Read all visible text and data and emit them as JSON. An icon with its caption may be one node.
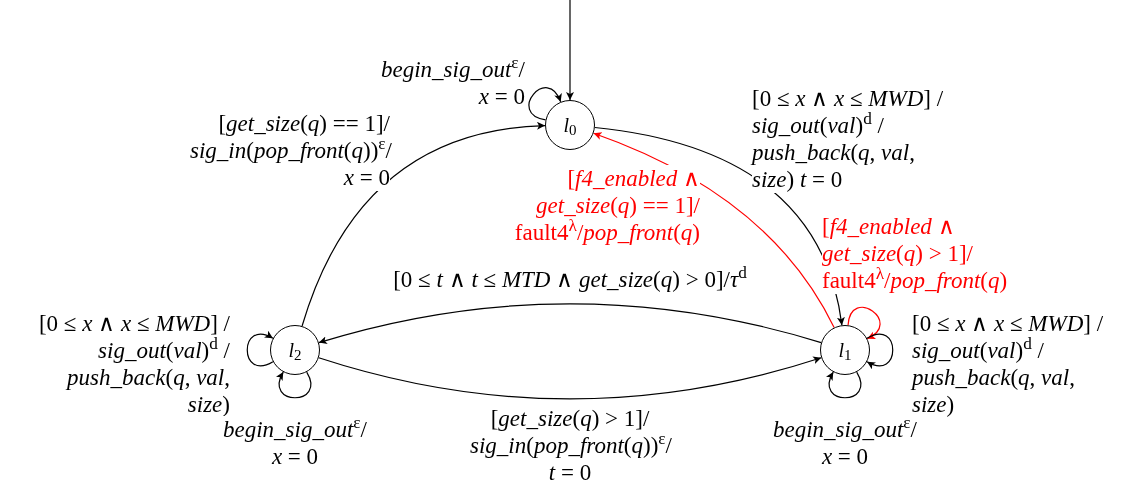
{
  "diagram": {
    "nodes": [
      {
        "text": [
          "*l*$_{0}$"
        ]
      },
      {
        "text": [
          "*l*$_{1}$"
        ]
      },
      {
        "text": [
          "*l*$_{2}$"
        ]
      }
    ],
    "edges": [
      {
        "from": null,
        "to": 0,
        "arrow": "to"
      },
      {
        "from": 0,
        "to": 0,
        "arrow": "to",
        "label": "*begin_sig_out*$^{ε}$/ *x* = 0"
      },
      {
        "from": 0,
        "to": 1,
        "arrow": "to",
        "label": "[0 ≤ *x* ∧ *x* ≤ *MWD*] / *sig_out*(*val*)$^{d}$ / *push_back*(*q*, *val*, *size*) *t* = 0"
      },
      {
        "from": 1,
        "to": 0,
        "arrow": "to",
        "color": "#ff0000",
        "label": "[*f4_enabled* ∧ *get_size*(*q*) == 1]/ fault4$^{λ}$/*pop_front*(*q*)"
      },
      {
        "from": 1,
        "to": 1,
        "arrow": "to",
        "color": "#ff0000",
        "label": "[*f4_enabled* ∧ *get_size*(*q*) > 1]/ fault4$^{λ}$/*pop_front*(*q*)"
      },
      {
        "from": 1,
        "to": 2,
        "arrow": "to",
        "label": "[0 ≤ *t* ∧ *t* ≤ *MTD* ∧ *get_size*(*q*) > 0]/*τ*$^{d}$"
      },
      {
        "from": 2,
        "to": 1,
        "arrow": "to",
        "label": "[*get_size*(*q*) > 1]/ *sig_in*(*pop_front*(*q*))$^{ε}$/ *t* = 0"
      },
      {
        "from": 2,
        "to": 0,
        "arrow": "to",
        "label": "[*get_size*(*q*) == 1]/ *sig_in*(*pop_front*(*q*))$^{ε}$/ *x* = 0"
      },
      {
        "from": 2,
        "to": 2,
        "arrow": "to",
        "label": "[0 ≤ *x* ∧ *x* ≤ *MWD*] / *sig_out*(*val*)$^{d}$ / *push_back*(*q*, *val*, *size*)"
      },
      {
        "from": 2,
        "to": 2,
        "arrow": "to",
        "label": "*begin_sig_out*$^{ε}$/ *x* = 0"
      },
      {
        "from": 1,
        "to": 1,
        "arrow": "to",
        "label": "[0 ≤ *x* ∧ *x* ≤ *MWD*] / *sig_out*(*val*)$^{d}$ / *push_back*(*q*, *val*, *size*)"
      },
      {
        "from": 1,
        "to": 1,
        "arrow": "to",
        "label": "*begin_sig_out*$^{ε}$/ *x* = 0"
      }
    ]
  }
}
